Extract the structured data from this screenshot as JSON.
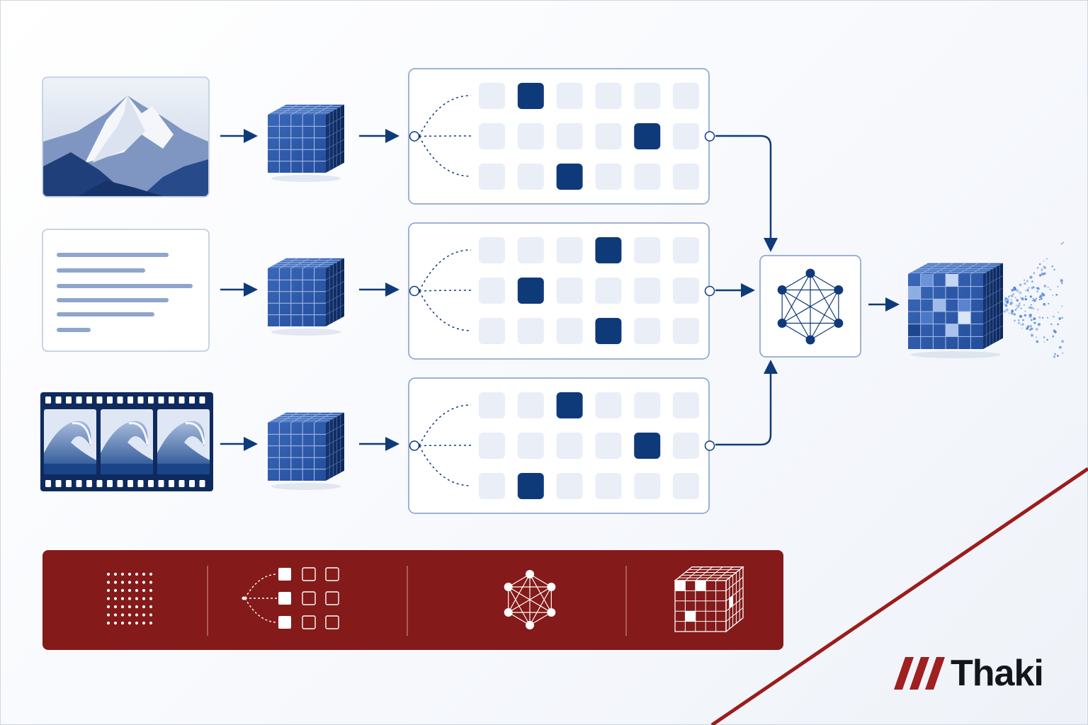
{
  "brand": {
    "name": "Thaki",
    "mark_icon": "triple-slash-logo-icon"
  },
  "colors": {
    "primary_navy": "#0f3a7a",
    "tile_light": "#e9eef7",
    "panel_border": "#7f9ccc",
    "accent_red": "#841a1a"
  },
  "inputs": [
    {
      "modality": "image",
      "icon": "mountain-image-icon"
    },
    {
      "modality": "text",
      "icon": "text-document-icon"
    },
    {
      "modality": "video",
      "icon": "film-strip-wave-icon"
    }
  ],
  "token_grids": {
    "columns": 6,
    "rows": 3,
    "active_cells": [
      [
        [
          0,
          1
        ],
        [
          1,
          4
        ],
        [
          2,
          2
        ]
      ],
      [
        [
          0,
          3
        ],
        [
          1,
          1
        ],
        [
          2,
          3
        ]
      ],
      [
        [
          0,
          2
        ],
        [
          1,
          4
        ],
        [
          2,
          1
        ]
      ]
    ]
  },
  "legend_icons": [
    "dot-grid-icon",
    "routing-grid-icon",
    "network-graph-icon",
    "sparse-cube-icon"
  ]
}
